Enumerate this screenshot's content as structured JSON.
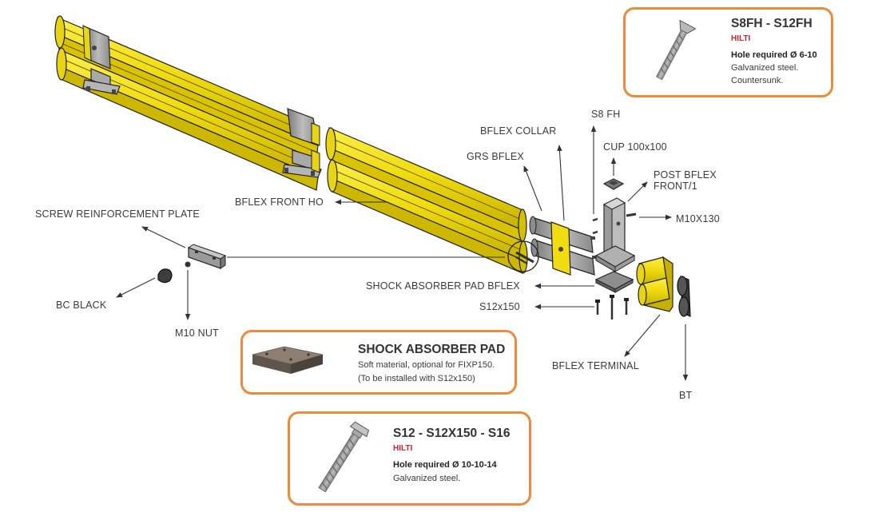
{
  "labels": {
    "bflex_collar": "BFLEX COLLAR",
    "s8_fh": "S8 FH",
    "cup": "CUP 100x100",
    "post_bflex_line1": "POST BFLEX",
    "post_bflex_line2": "FRONT/1",
    "grs_bflex": "GRS BFLEX",
    "m10x130": "M10X130",
    "bflex_front_ho": "BFLEX FRONT HO",
    "screw_reinforcement_plate": "SCREW REINFORCEMENT PLATE",
    "shock_absorber_pad_bflex": "SHOCK ABSORBER PAD BFLEX",
    "s12x150": "S12x150",
    "bc_black": "BC BLACK",
    "m10_nut": "M10 NUT",
    "bflex_terminal": "BFLEX TERMINAL",
    "bt": "BT"
  },
  "cards": {
    "anchor_small": {
      "title": "S8FH - S12FH",
      "brand": "HILTI",
      "hole": "Hole required Ø 6-10",
      "line1": "Galvanized steel.",
      "line2": "Countersunk."
    },
    "pad": {
      "title": "SHOCK ABSORBER PAD",
      "line1": "Soft material, optional for FIXP150.",
      "line2": "(To be installed with S12x150)"
    },
    "anchor_large": {
      "title": "S12 - S12X150 - S16",
      "brand": "HILTI",
      "hole": "Hole required Ø 10-10-14",
      "line1": "Galvanized steel."
    }
  },
  "colors": {
    "rail_yellow": "#f3e01c",
    "rail_shade": "#c9b300",
    "steel": "#9a9a9a",
    "card_border": "#ee8a3c",
    "brand_red": "#c5252b"
  }
}
